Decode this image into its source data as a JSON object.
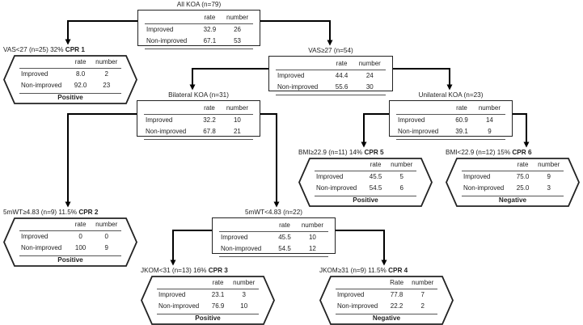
{
  "nodes": [
    {
      "id": "all",
      "title": "All KOA (n=79)",
      "cpr": "",
      "headers": [
        "rate",
        "number"
      ],
      "rows": [
        {
          "label": "Improved",
          "rate": "32.9",
          "number": "26"
        },
        {
          "label": "Non-improved",
          "rate": "67.1",
          "number": "53"
        }
      ],
      "result": ""
    },
    {
      "id": "cpr1",
      "title": "VAS<27 (n=25) 32%",
      "cpr": "CPR 1",
      "headers": [
        "rate",
        "number"
      ],
      "rows": [
        {
          "label": "Improved",
          "rate": "8.0",
          "number": "2"
        },
        {
          "label": "Non-improved",
          "rate": "92.0",
          "number": "23"
        }
      ],
      "result": "Positive"
    },
    {
      "id": "vas27",
      "title": "VAS≥27 (n=54)",
      "cpr": "",
      "headers": [
        "rate",
        "number"
      ],
      "rows": [
        {
          "label": "Improved",
          "rate": "44.4",
          "number": "24"
        },
        {
          "label": "Non-improved",
          "rate": "55.6",
          "number": "30"
        }
      ],
      "result": ""
    },
    {
      "id": "bilat",
      "title": "Bilateral KOA (n=31)",
      "cpr": "",
      "headers": [
        "rate",
        "number"
      ],
      "rows": [
        {
          "label": "Improved",
          "rate": "32.2",
          "number": "10"
        },
        {
          "label": "Non-improved",
          "rate": "67.8",
          "number": "21"
        }
      ],
      "result": ""
    },
    {
      "id": "unilat",
      "title": "Unilateral KOA (n=23)",
      "cpr": "",
      "headers": [
        "rate",
        "number"
      ],
      "rows": [
        {
          "label": "Improved",
          "rate": "60.9",
          "number": "14"
        },
        {
          "label": "Non-improved",
          "rate": "39.1",
          "number": "9"
        }
      ],
      "result": ""
    },
    {
      "id": "cpr5",
      "title": "BMI≥22.9 (n=11) 14%",
      "cpr": "CPR 5",
      "headers": [
        "rate",
        "number"
      ],
      "rows": [
        {
          "label": "Improved",
          "rate": "45.5",
          "number": "5"
        },
        {
          "label": "Non-improved",
          "rate": "54.5",
          "number": "6"
        }
      ],
      "result": "Positive"
    },
    {
      "id": "cpr6",
      "title": "BMI<22.9 (n=12) 15%",
      "cpr": "CPR 6",
      "headers": [
        "rate",
        "number"
      ],
      "rows": [
        {
          "label": "Improved",
          "rate": "75.0",
          "number": "9"
        },
        {
          "label": "Non-improved",
          "rate": "25.0",
          "number": "3"
        }
      ],
      "result": "Negative"
    },
    {
      "id": "cpr2",
      "title": "5mWT≥4.83 (n=9) 11.5%",
      "cpr": "CPR 2",
      "headers": [
        "rate",
        "number"
      ],
      "rows": [
        {
          "label": "Improved",
          "rate": "0",
          "number": "0"
        },
        {
          "label": "Non-improved",
          "rate": "100",
          "number": "9"
        }
      ],
      "result": "Positive"
    },
    {
      "id": "mwt",
      "title": "5mWT<4.83 (n=22)",
      "cpr": "",
      "headers": [
        "rate",
        "number"
      ],
      "rows": [
        {
          "label": "Improved",
          "rate": "45.5",
          "number": "10"
        },
        {
          "label": "Non-improved",
          "rate": "54.5",
          "number": "12"
        }
      ],
      "result": ""
    },
    {
      "id": "cpr3",
      "title": "JKOM<31 (n=13) 16%",
      "cpr": "CPR 3",
      "headers": [
        "rate",
        "number"
      ],
      "rows": [
        {
          "label": "Improved",
          "rate": "23.1",
          "number": "3"
        },
        {
          "label": "Non-improved",
          "rate": "76.9",
          "number": "10"
        }
      ],
      "result": "Positive"
    },
    {
      "id": "cpr4",
      "title": "JKOM≥31 (n=9) 11.5%",
      "cpr": "CPR 4",
      "headers": [
        "Rate",
        "number"
      ],
      "rows": [
        {
          "label": "Improved",
          "rate": "77.8",
          "number": "7"
        },
        {
          "label": "Non-improved",
          "rate": "22.2",
          "number": "2"
        }
      ],
      "result": "Negative"
    }
  ]
}
